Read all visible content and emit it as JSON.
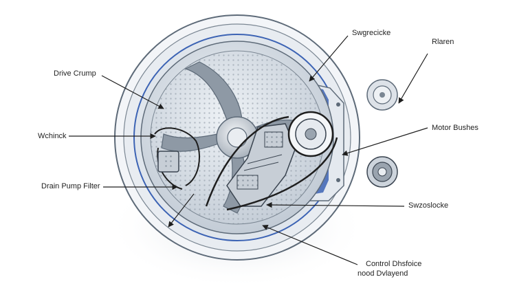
{
  "labels": {
    "drive_crump": "Drive Crump",
    "wchinck": "Wchinck",
    "drain_pump_filter": "Drain Pump Filter",
    "swgrecicke": "Swgrecicke",
    "rlaren": "Rlaren",
    "motor_bushes": "Motor Bushes",
    "swzoslocke": "Swzoslocke",
    "control_line1": "Control Dhsfoice",
    "control_line2": "nood Dvlayend"
  },
  "colors": {
    "outline": "#5d6a78",
    "drum_steel": "#9aa4af",
    "accent_blue": "#3c63b4",
    "leader_line": "#1e1e1e"
  }
}
